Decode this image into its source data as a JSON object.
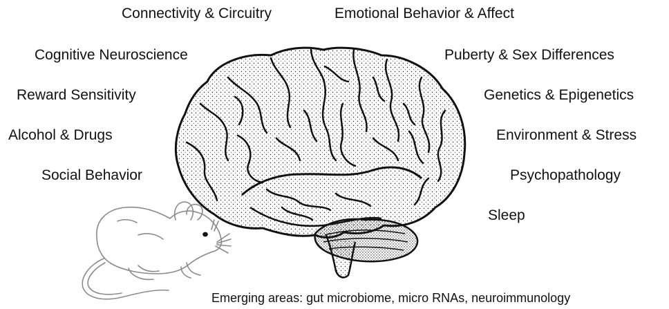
{
  "labels": {
    "top_left": "Connectivity & Circuitry",
    "top_right": "Emotional Behavior & Affect",
    "left": [
      "Cognitive Neuroscience",
      "Reward Sensitivity",
      "Alcohol & Drugs",
      "Social Behavior"
    ],
    "right": [
      "Puberty & Sex Differences",
      "Genetics & Epigenetics",
      "Environment & Stress",
      "Psychopathology",
      "Sleep"
    ]
  },
  "footer": "Emerging areas: gut microbiome, micro RNAs, neuroimmunology",
  "illustrations": {
    "brain": "brain-illustration",
    "rodent": "rat-illustration"
  },
  "colors": {
    "text": "#111111",
    "brain_line": "#111111",
    "rat_line": "#8a8a8a"
  }
}
